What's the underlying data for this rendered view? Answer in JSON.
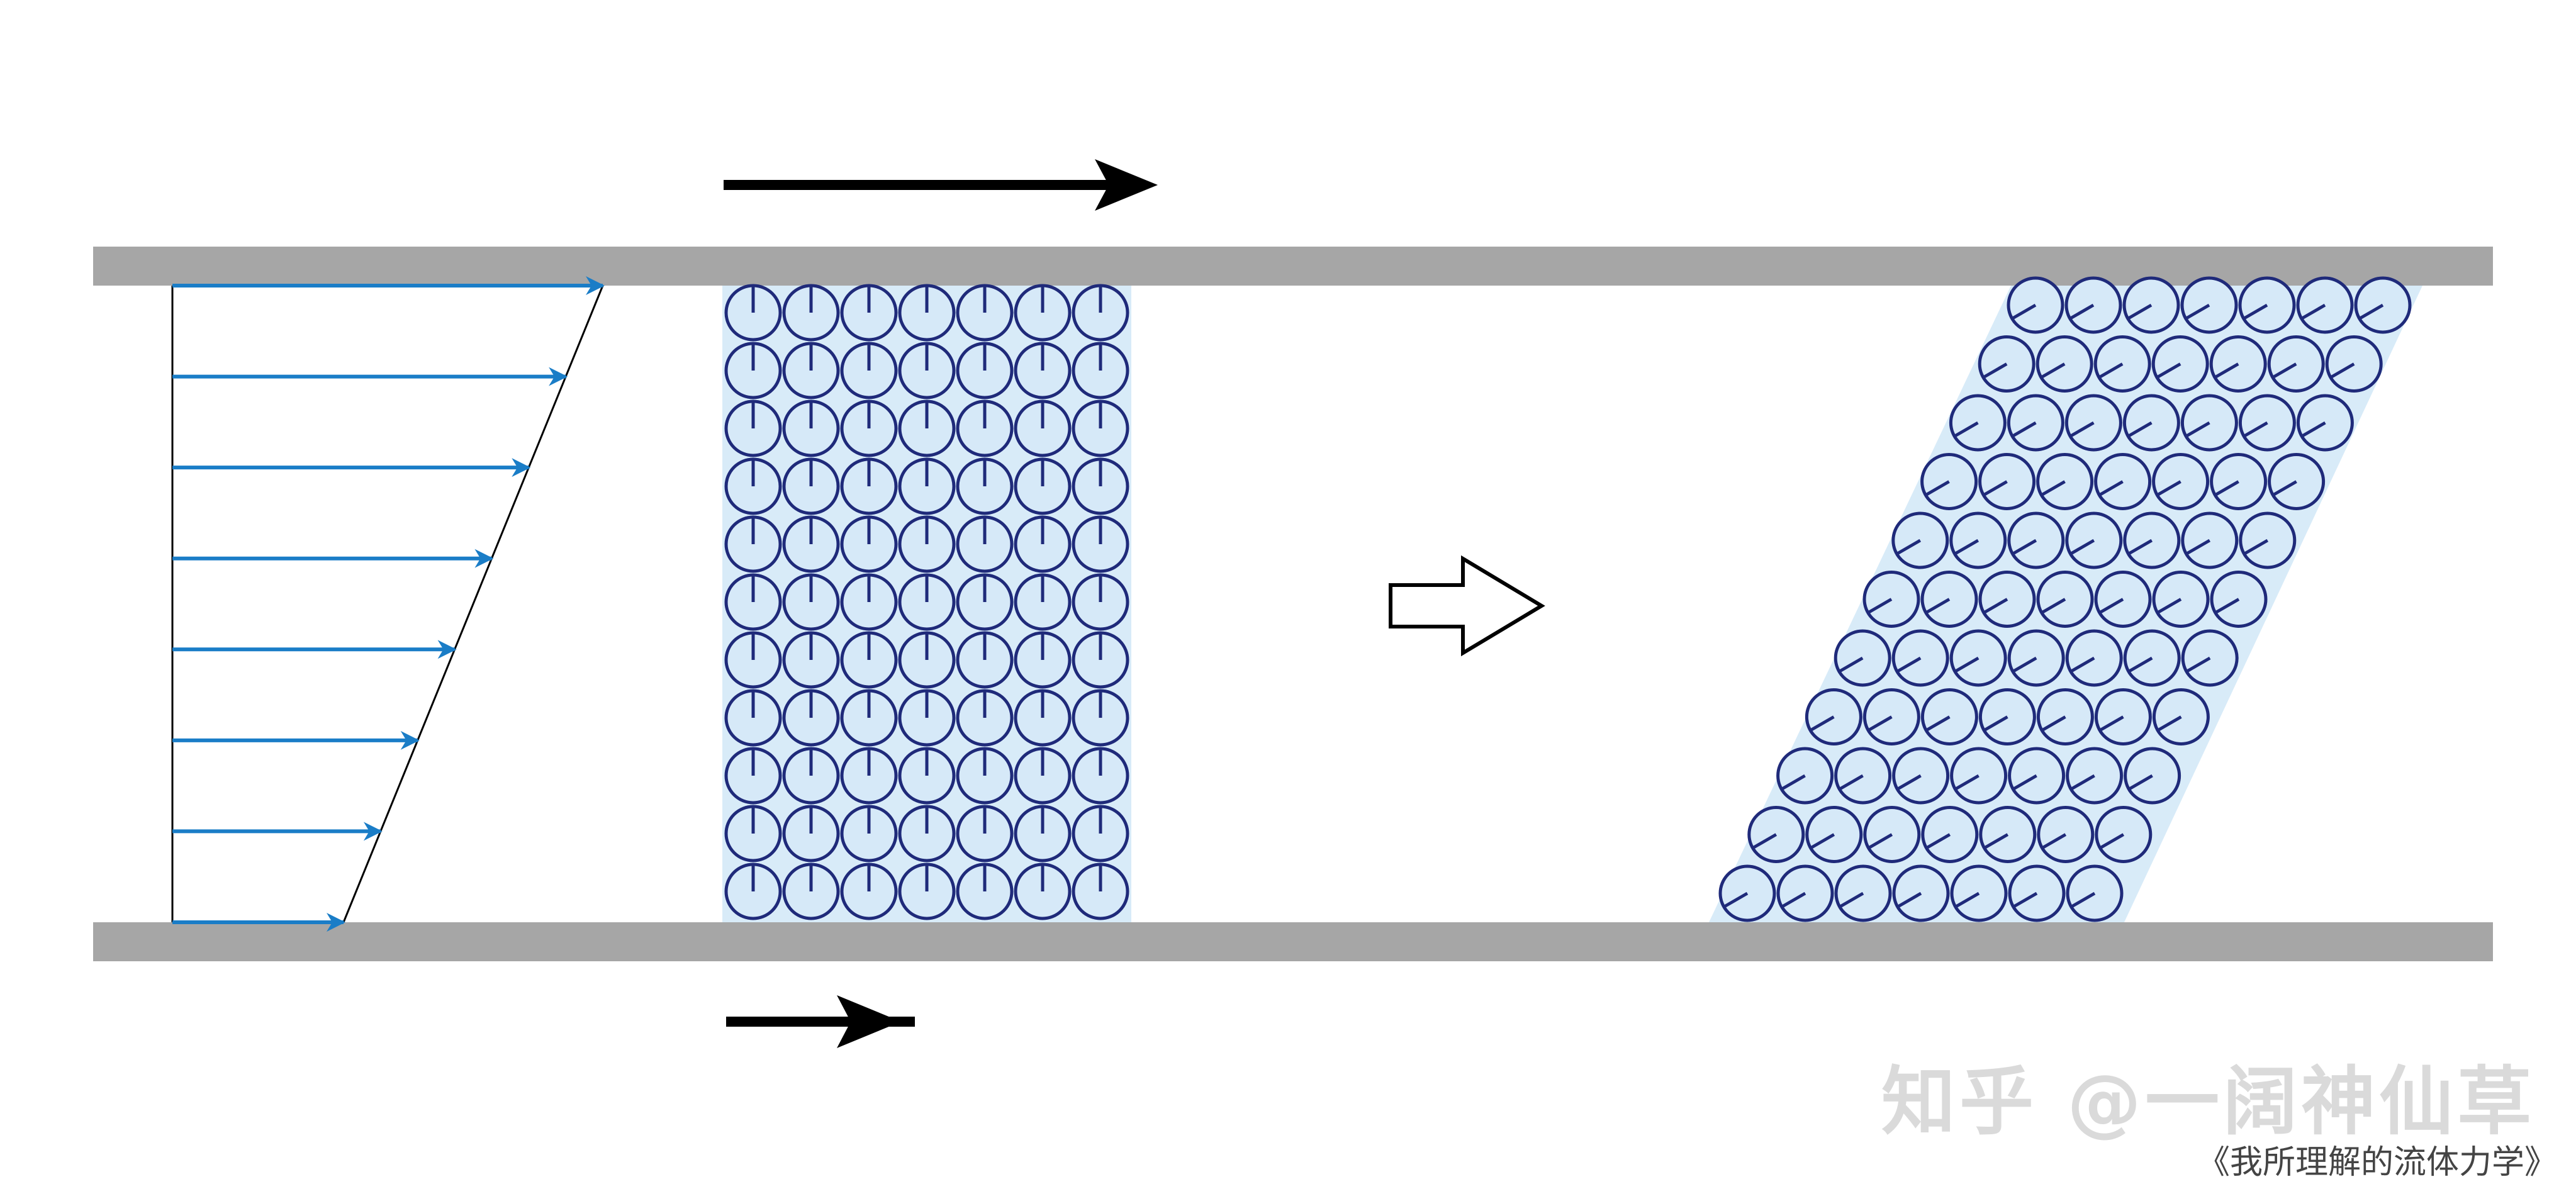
{
  "watermark": "知乎 @一阔神仙草",
  "caption": "《我所理解的流体力学》",
  "colors": {
    "plate": "#a6a6a6",
    "velocity_arrow": "#1a7dc7",
    "particle_fill": "#d6e9f8",
    "particle_stroke": "#1f2a7a",
    "background_band": "#d8ebf8",
    "motion_arrow": "#000000"
  },
  "velocity_profile": {
    "arrow_count": 8
  },
  "particle_grid": {
    "rows": 11,
    "cols": 7
  }
}
